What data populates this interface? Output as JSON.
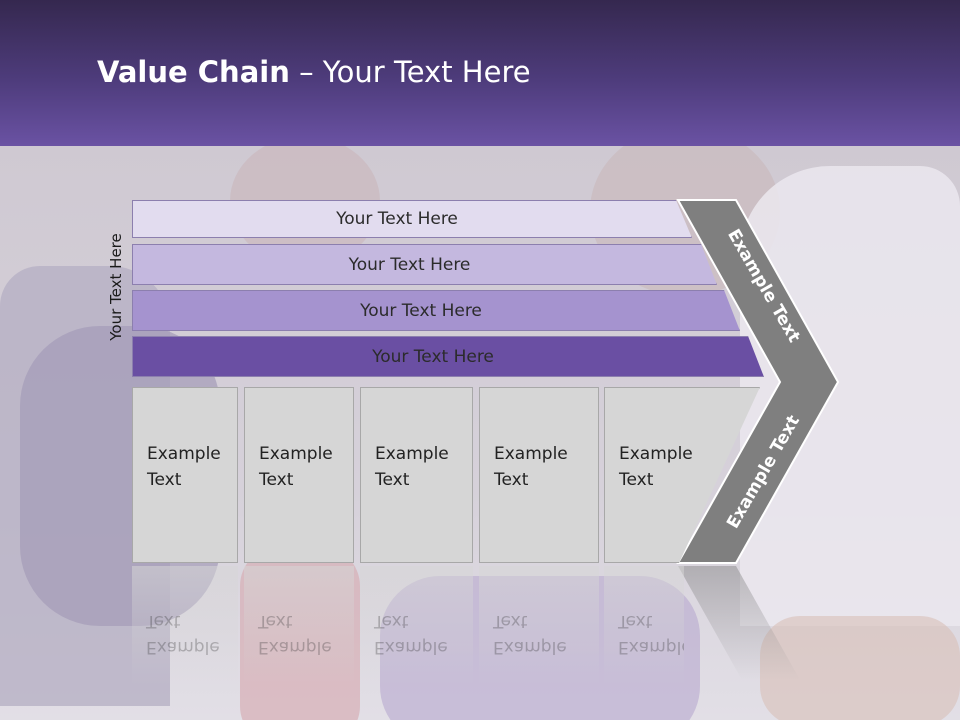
{
  "header": {
    "title_bold": "Value Chain",
    "title_rest": " – Your Text Here",
    "color": "#5a4590"
  },
  "side_label": "Your Text Here",
  "rows": [
    {
      "label": "Your Text Here",
      "color": "#e2dcef"
    },
    {
      "label": "Your Text Here",
      "color": "#c4b8df"
    },
    {
      "label": "Your Text Here",
      "color": "#a593cf"
    },
    {
      "label": "Your Text Here",
      "color": "#6a4fa3"
    }
  ],
  "cards": [
    {
      "line1": "Example",
      "line2": "Text"
    },
    {
      "line1": "Example",
      "line2": "Text"
    },
    {
      "line1": "Example",
      "line2": "Text"
    },
    {
      "line1": "Example",
      "line2": "Text"
    },
    {
      "line1": "Example",
      "line2": "Text"
    }
  ],
  "chevron": {
    "upper_text": "Example Text",
    "lower_text": "Example Text",
    "color": "#7f7f7f"
  }
}
